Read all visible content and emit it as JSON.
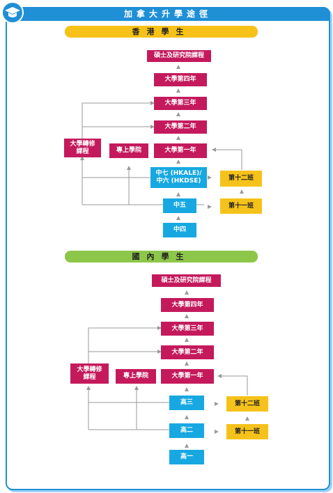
{
  "header": {
    "title": "加拿大升學途徑"
  },
  "colors": {
    "frame": "#1f8fd6",
    "university": "#c41a5c",
    "school": "#17a8e1",
    "canada_school": "#f5c21b",
    "hk_section": "#f7c218",
    "mainland_section": "#8dc74a"
  },
  "icons": {
    "logo": "graduation-cap-icon"
  },
  "sections": [
    {
      "title": "香港學生",
      "boxes": {
        "masters": "碩士及研究院課程",
        "year4": "大學第四年",
        "year3": "大學第三年",
        "year2": "大學第二年",
        "year1": "大學第一年",
        "transfer": "大學轉修\n課程",
        "college": "專上學院",
        "f67": "中七 (HKALE)/\n中六 (HKDSE)",
        "f5": "中五",
        "f4": "中四",
        "g12": "第十二班",
        "g11": "第十一班"
      }
    },
    {
      "title": "國內學生",
      "boxes": {
        "masters": "碩士及研究院課程",
        "year4": "大學第四年",
        "year3": "大學第三年",
        "year2": "大學第二年",
        "year1": "大學第一年",
        "transfer": "大學轉修\n課程",
        "college": "專上學院",
        "s3": "高三",
        "s2": "高二",
        "s1": "高一",
        "g12": "第十二班",
        "g11": "第十一班"
      }
    }
  ]
}
